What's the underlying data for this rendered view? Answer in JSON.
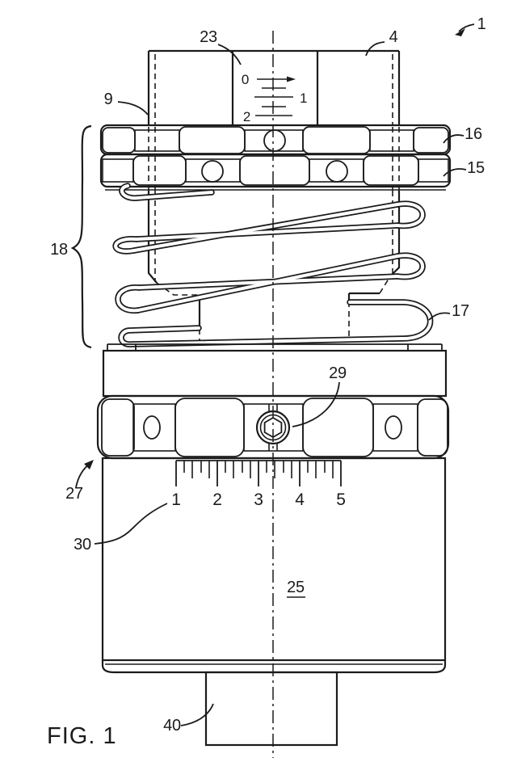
{
  "figure_caption": "FIG. 1",
  "reference_numerals": {
    "assembly": "1",
    "upper_shaft": "4",
    "rod": "9",
    "lower_locknut": "15",
    "upper_locknut": "16",
    "spring_end": "17",
    "spring_section": "18",
    "vernier_sleeve": "23",
    "tool_body": "25",
    "adjuster_ring": "27",
    "set_screw": "29",
    "graduated_scale": "30",
    "drive_shank": "40"
  },
  "vertical_scale": {
    "values": [
      "0",
      "1",
      "2"
    ]
  },
  "horizontal_scale": {
    "values": [
      "1",
      "2",
      "3",
      "4",
      "5"
    ]
  },
  "colors": {
    "line": "#1b1b1b",
    "background": "#ffffff"
  }
}
